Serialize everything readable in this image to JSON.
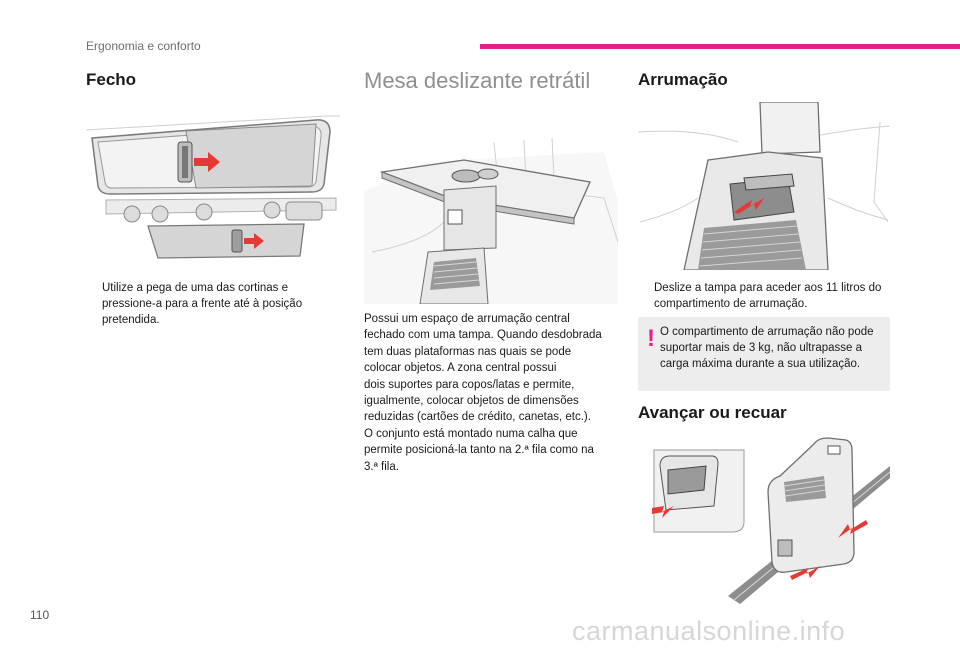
{
  "header": {
    "section": "Ergonomia e conforto",
    "accent_color": "#e61e8c"
  },
  "fecho": {
    "title": "Fecho",
    "bullet": "Utilize a pega de uma das cortinas e pressione-a para a frente até à posição pretendida."
  },
  "mesa": {
    "title": "Mesa deslizante retrátil",
    "body": "Possui um espaço de arrumação central\nfechado com uma tampa. Quando desdobrada\ntem duas plataformas nas quais se pode\ncolocar objetos. A zona central possui\ndois suportes para copos/latas e permite,\nigualmente, colocar objetos de dimensões\nreduzidas (cartões de crédito, canetas, etc.).\nO conjunto está montado numa calha que\npermite posicioná-la tanto na 2.ª fila como na\n3.ª fila."
  },
  "arrumacao": {
    "title": "Arrumação",
    "bullet": "Deslize a tampa para aceder aos 11 litros do compartimento de arrumação.",
    "warning": "O compartimento de arrumação não pode suportar mais de 3 kg, não ultrapasse a carga máxima durante a sua utilização.",
    "warning_icon": "!"
  },
  "avancar": {
    "title": "Avançar ou recuar"
  },
  "bullet_marker": "",
  "page_number": "110",
  "watermark": "carmanualsonline.info"
}
